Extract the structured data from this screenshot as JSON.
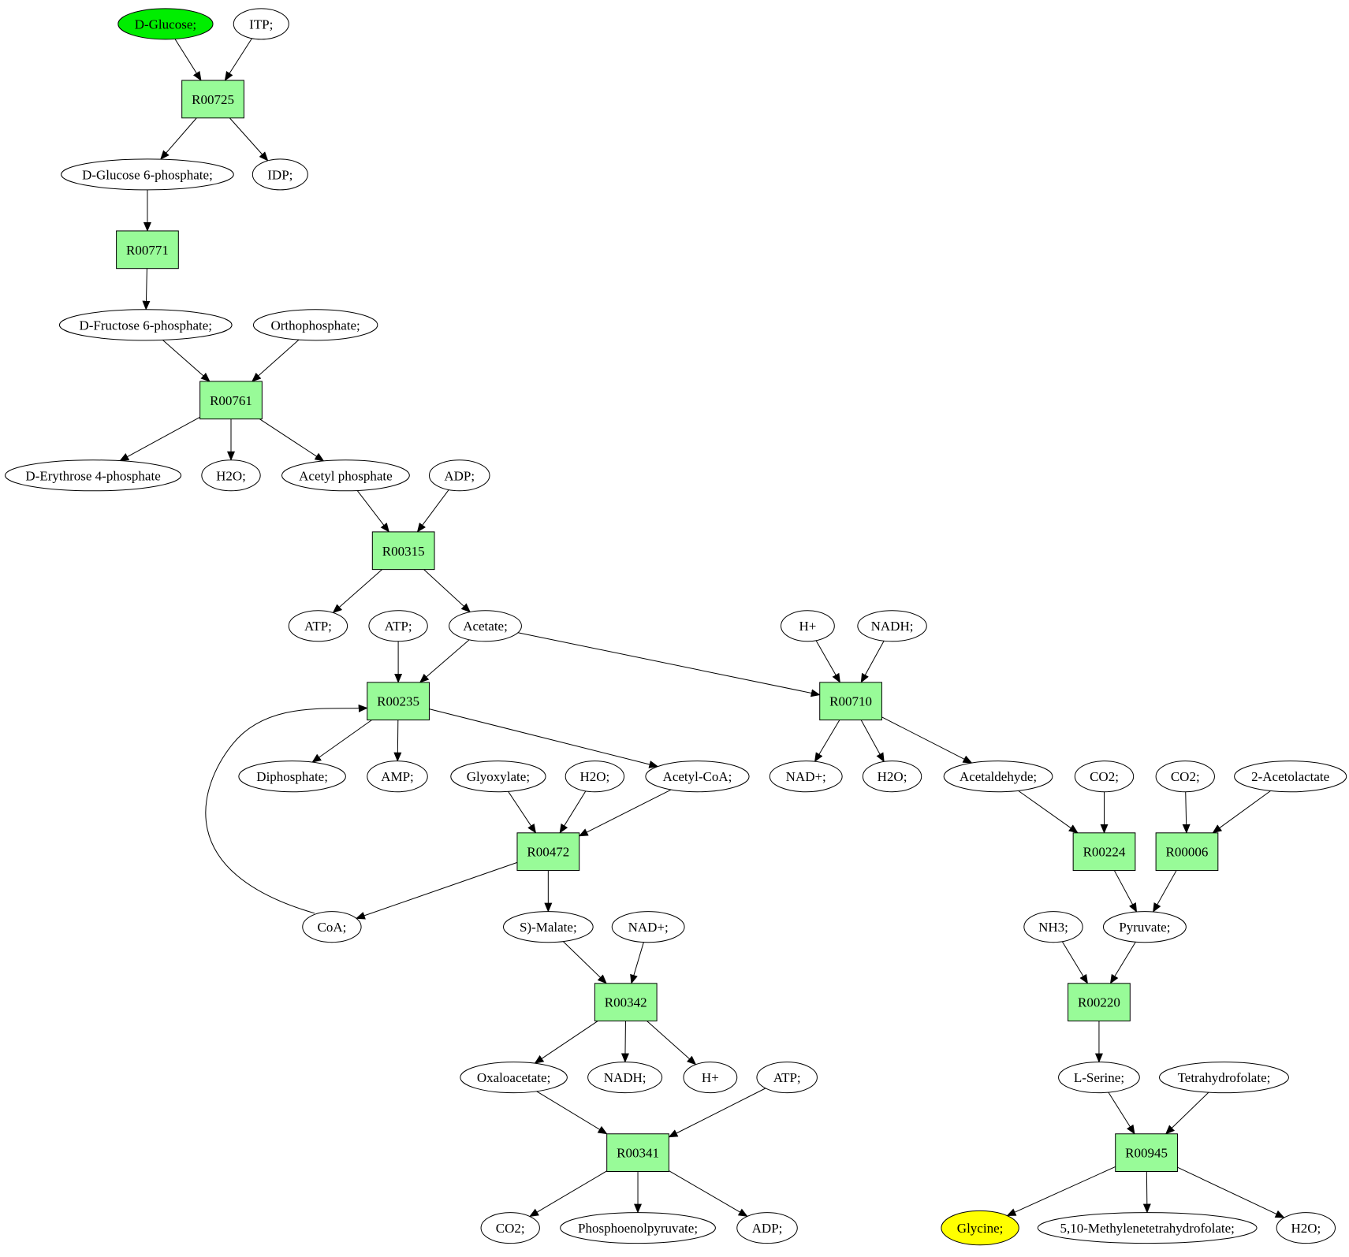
{
  "colors": {
    "reaction_fill": "#98fb98",
    "start_fill": "#00ee00",
    "target_fill": "#ffff00",
    "default_fill": "#ffffff",
    "stroke": "#000000"
  },
  "nodes": [
    {
      "id": "glucose",
      "label": "D-Glucose;",
      "kind": "compound",
      "role": "start"
    },
    {
      "id": "itp",
      "label": "ITP;",
      "kind": "compound"
    },
    {
      "id": "R00725",
      "label": "R00725",
      "kind": "reaction"
    },
    {
      "id": "g6p",
      "label": "D-Glucose 6-phosphate;",
      "kind": "compound"
    },
    {
      "id": "idp",
      "label": "IDP;",
      "kind": "compound"
    },
    {
      "id": "R00771",
      "label": "R00771",
      "kind": "reaction"
    },
    {
      "id": "f6p",
      "label": "D-Fructose 6-phosphate;",
      "kind": "compound"
    },
    {
      "id": "pi",
      "label": "Orthophosphate;",
      "kind": "compound"
    },
    {
      "id": "R00761",
      "label": "R00761",
      "kind": "reaction"
    },
    {
      "id": "e4p",
      "label": "D-Erythrose 4-phosphate",
      "kind": "compound"
    },
    {
      "id": "h2o_1",
      "label": "H2O;",
      "kind": "compound"
    },
    {
      "id": "acp",
      "label": "Acetyl phosphate",
      "kind": "compound"
    },
    {
      "id": "adp_1",
      "label": "ADP;",
      "kind": "compound"
    },
    {
      "id": "R00315",
      "label": "R00315",
      "kind": "reaction"
    },
    {
      "id": "atp_1",
      "label": "ATP;",
      "kind": "compound"
    },
    {
      "id": "atp_2",
      "label": "ATP;",
      "kind": "compound"
    },
    {
      "id": "acetate",
      "label": "Acetate;",
      "kind": "compound"
    },
    {
      "id": "hplus_1",
      "label": "H+",
      "kind": "compound"
    },
    {
      "id": "nadh_1",
      "label": "NADH;",
      "kind": "compound"
    },
    {
      "id": "R00235",
      "label": "R00235",
      "kind": "reaction"
    },
    {
      "id": "R00710",
      "label": "R00710",
      "kind": "reaction"
    },
    {
      "id": "ppi",
      "label": "Diphosphate;",
      "kind": "compound"
    },
    {
      "id": "amp",
      "label": "AMP;",
      "kind": "compound"
    },
    {
      "id": "glyox",
      "label": "Glyoxylate;",
      "kind": "compound"
    },
    {
      "id": "h2o_2",
      "label": "H2O;",
      "kind": "compound"
    },
    {
      "id": "accoa",
      "label": "Acetyl-CoA;",
      "kind": "compound"
    },
    {
      "id": "nadp_1",
      "label": "NAD+;",
      "kind": "compound"
    },
    {
      "id": "h2o_3",
      "label": "H2O;",
      "kind": "compound"
    },
    {
      "id": "acald",
      "label": "Acetaldehyde;",
      "kind": "compound"
    },
    {
      "id": "co2_1",
      "label": "CO2;",
      "kind": "compound"
    },
    {
      "id": "co2_2",
      "label": "CO2;",
      "kind": "compound"
    },
    {
      "id": "acetol",
      "label": "2-Acetolactate",
      "kind": "compound"
    },
    {
      "id": "R00472",
      "label": "R00472",
      "kind": "reaction"
    },
    {
      "id": "R00224",
      "label": "R00224",
      "kind": "reaction"
    },
    {
      "id": "R00006",
      "label": "R00006",
      "kind": "reaction"
    },
    {
      "id": "coa",
      "label": "CoA;",
      "kind": "compound"
    },
    {
      "id": "malate",
      "label": "S)-Malate;",
      "kind": "compound"
    },
    {
      "id": "nadp_2",
      "label": "NAD+;",
      "kind": "compound"
    },
    {
      "id": "nh3",
      "label": "NH3;",
      "kind": "compound"
    },
    {
      "id": "pyr",
      "label": "Pyruvate;",
      "kind": "compound"
    },
    {
      "id": "R00342",
      "label": "R00342",
      "kind": "reaction"
    },
    {
      "id": "R00220",
      "label": "R00220",
      "kind": "reaction"
    },
    {
      "id": "oaa",
      "label": "Oxaloacetate;",
      "kind": "compound"
    },
    {
      "id": "nadh_2",
      "label": "NADH;",
      "kind": "compound"
    },
    {
      "id": "hplus_2",
      "label": "H+",
      "kind": "compound"
    },
    {
      "id": "atp_3",
      "label": "ATP;",
      "kind": "compound"
    },
    {
      "id": "ser",
      "label": "L-Serine;",
      "kind": "compound"
    },
    {
      "id": "thf",
      "label": "Tetrahydrofolate;",
      "kind": "compound"
    },
    {
      "id": "R00341",
      "label": "R00341",
      "kind": "reaction"
    },
    {
      "id": "R00945",
      "label": "R00945",
      "kind": "reaction"
    },
    {
      "id": "co2_3",
      "label": "CO2;",
      "kind": "compound"
    },
    {
      "id": "pep",
      "label": "Phosphoenolpyruvate;",
      "kind": "compound"
    },
    {
      "id": "adp_2",
      "label": "ADP;",
      "kind": "compound"
    },
    {
      "id": "gly",
      "label": "Glycine;",
      "kind": "compound",
      "role": "target"
    },
    {
      "id": "mthf",
      "label": "5,10-Methylenetetrahydrofolate;",
      "kind": "compound"
    },
    {
      "id": "h2o_4",
      "label": "H2O;",
      "kind": "compound"
    }
  ],
  "edges": [
    [
      "glucose",
      "R00725"
    ],
    [
      "itp",
      "R00725"
    ],
    [
      "R00725",
      "g6p"
    ],
    [
      "R00725",
      "idp"
    ],
    [
      "g6p",
      "R00771"
    ],
    [
      "R00771",
      "f6p"
    ],
    [
      "f6p",
      "R00761"
    ],
    [
      "pi",
      "R00761"
    ],
    [
      "R00761",
      "e4p"
    ],
    [
      "R00761",
      "h2o_1"
    ],
    [
      "R00761",
      "acp"
    ],
    [
      "acp",
      "R00315"
    ],
    [
      "adp_1",
      "R00315"
    ],
    [
      "R00315",
      "atp_1"
    ],
    [
      "R00315",
      "acetate"
    ],
    [
      "atp_2",
      "R00235"
    ],
    [
      "acetate",
      "R00235"
    ],
    [
      "coa",
      "R00235"
    ],
    [
      "acetate",
      "R00710"
    ],
    [
      "hplus_1",
      "R00710"
    ],
    [
      "nadh_1",
      "R00710"
    ],
    [
      "R00235",
      "ppi"
    ],
    [
      "R00235",
      "amp"
    ],
    [
      "R00235",
      "accoa"
    ],
    [
      "R00710",
      "nadp_1"
    ],
    [
      "R00710",
      "h2o_3"
    ],
    [
      "R00710",
      "acald"
    ],
    [
      "glyox",
      "R00472"
    ],
    [
      "h2o_2",
      "R00472"
    ],
    [
      "accoa",
      "R00472"
    ],
    [
      "R00472",
      "coa"
    ],
    [
      "R00472",
      "malate"
    ],
    [
      "acald",
      "R00224"
    ],
    [
      "co2_1",
      "R00224"
    ],
    [
      "co2_2",
      "R00006"
    ],
    [
      "acetol",
      "R00006"
    ],
    [
      "R00224",
      "pyr"
    ],
    [
      "R00006",
      "pyr"
    ],
    [
      "malate",
      "R00342"
    ],
    [
      "nadp_2",
      "R00342"
    ],
    [
      "R00342",
      "oaa"
    ],
    [
      "R00342",
      "nadh_2"
    ],
    [
      "R00342",
      "hplus_2"
    ],
    [
      "nh3",
      "R00220"
    ],
    [
      "pyr",
      "R00220"
    ],
    [
      "R00220",
      "ser"
    ],
    [
      "oaa",
      "R00341"
    ],
    [
      "atp_3",
      "R00341"
    ],
    [
      "R00341",
      "co2_3"
    ],
    [
      "R00341",
      "pep"
    ],
    [
      "R00341",
      "adp_2"
    ],
    [
      "ser",
      "R00945"
    ],
    [
      "thf",
      "R00945"
    ],
    [
      "R00945",
      "gly"
    ],
    [
      "R00945",
      "mthf"
    ],
    [
      "R00945",
      "h2o_4"
    ]
  ]
}
